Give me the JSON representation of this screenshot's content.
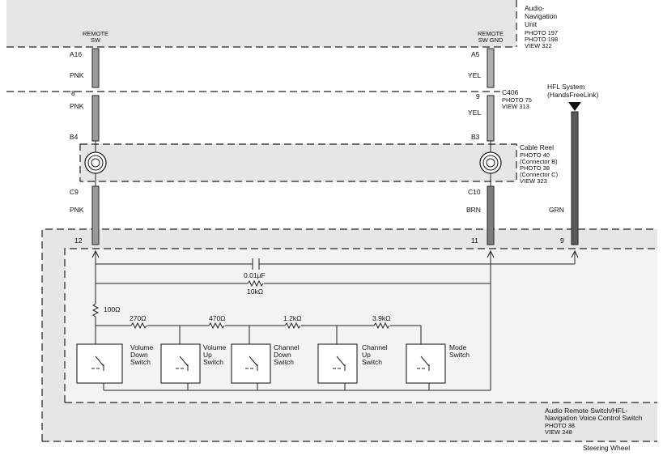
{
  "colors": {
    "zone_fill": "#e6e6e6",
    "wire_pnk": "#9a9a9a",
    "wire_yel": "#b0b0b0",
    "wire_brn": "#7d7d7d",
    "wire_grn": "#5a5a5a",
    "line": "#222222"
  },
  "audio_unit": {
    "title_1": "Audio-",
    "title_2": "Navigation",
    "title_3": "Unit",
    "photo_1": "PHOTO 197",
    "photo_2": "PHOTO 198",
    "view": "VIEW 322",
    "pin_left_1": "REMOTE",
    "pin_left_2": "SW",
    "pin_right_1": "REMOTE",
    "pin_right_2": "SW GND"
  },
  "wires": {
    "left_terminal_top": "A16",
    "left_color_top": "PNK",
    "left_c406_pin": "8",
    "left_color_mid": "PNK",
    "left_terminal_cable": "B4",
    "left_terminal_bottom": "C9",
    "left_color_bottom": "PNK",
    "right_terminal_top": "A5",
    "right_color_top": "YEL",
    "right_c406_pin": "9",
    "right_color_mid": "YEL",
    "right_terminal_cable": "B3",
    "right_terminal_bottom": "C10",
    "right_color_bottom": "BRN",
    "hfl_color": "GRN"
  },
  "c406": {
    "name": "C406",
    "photo": "PHOTO 75",
    "view": "VIEW 313"
  },
  "hfl": {
    "title_1": "HFL System",
    "title_2": "(HandsFreeLink)"
  },
  "cable_reel": {
    "title": "Cable Reel",
    "photo_1": "PHOTO 40",
    "conn_b": "(Connector B)",
    "photo_2": "PHOTO 38",
    "conn_c": "(Connector C)",
    "view": "VIEW 323"
  },
  "switch_assembly": {
    "pin_left": "12",
    "pin_mid": "11",
    "pin_right": "9",
    "capacitor": "0.01μF",
    "r_parallel": "10kΩ",
    "r_series": "100Ω",
    "r1": "270Ω",
    "r2": "470Ω",
    "r3": "1.2kΩ",
    "r4": "3.9kΩ",
    "sw1_1": "Volume",
    "sw1_2": "Down",
    "sw1_3": "Switch",
    "sw2_1": "Volume",
    "sw2_2": "Up",
    "sw2_3": "Switch",
    "sw3_1": "Channel",
    "sw3_2": "Down",
    "sw3_3": "Switch",
    "sw4_1": "Channel",
    "sw4_2": "Up",
    "sw4_3": "Switch",
    "sw5_1": "Mode",
    "sw5_2": "Switch",
    "title_1": "Audio Remote Switch/HFL-",
    "title_2": "Navigation Voice Control Switch",
    "photo": "PHOTO 38",
    "view": "VIEW 248"
  },
  "steering_wheel": "Steering Wheel"
}
